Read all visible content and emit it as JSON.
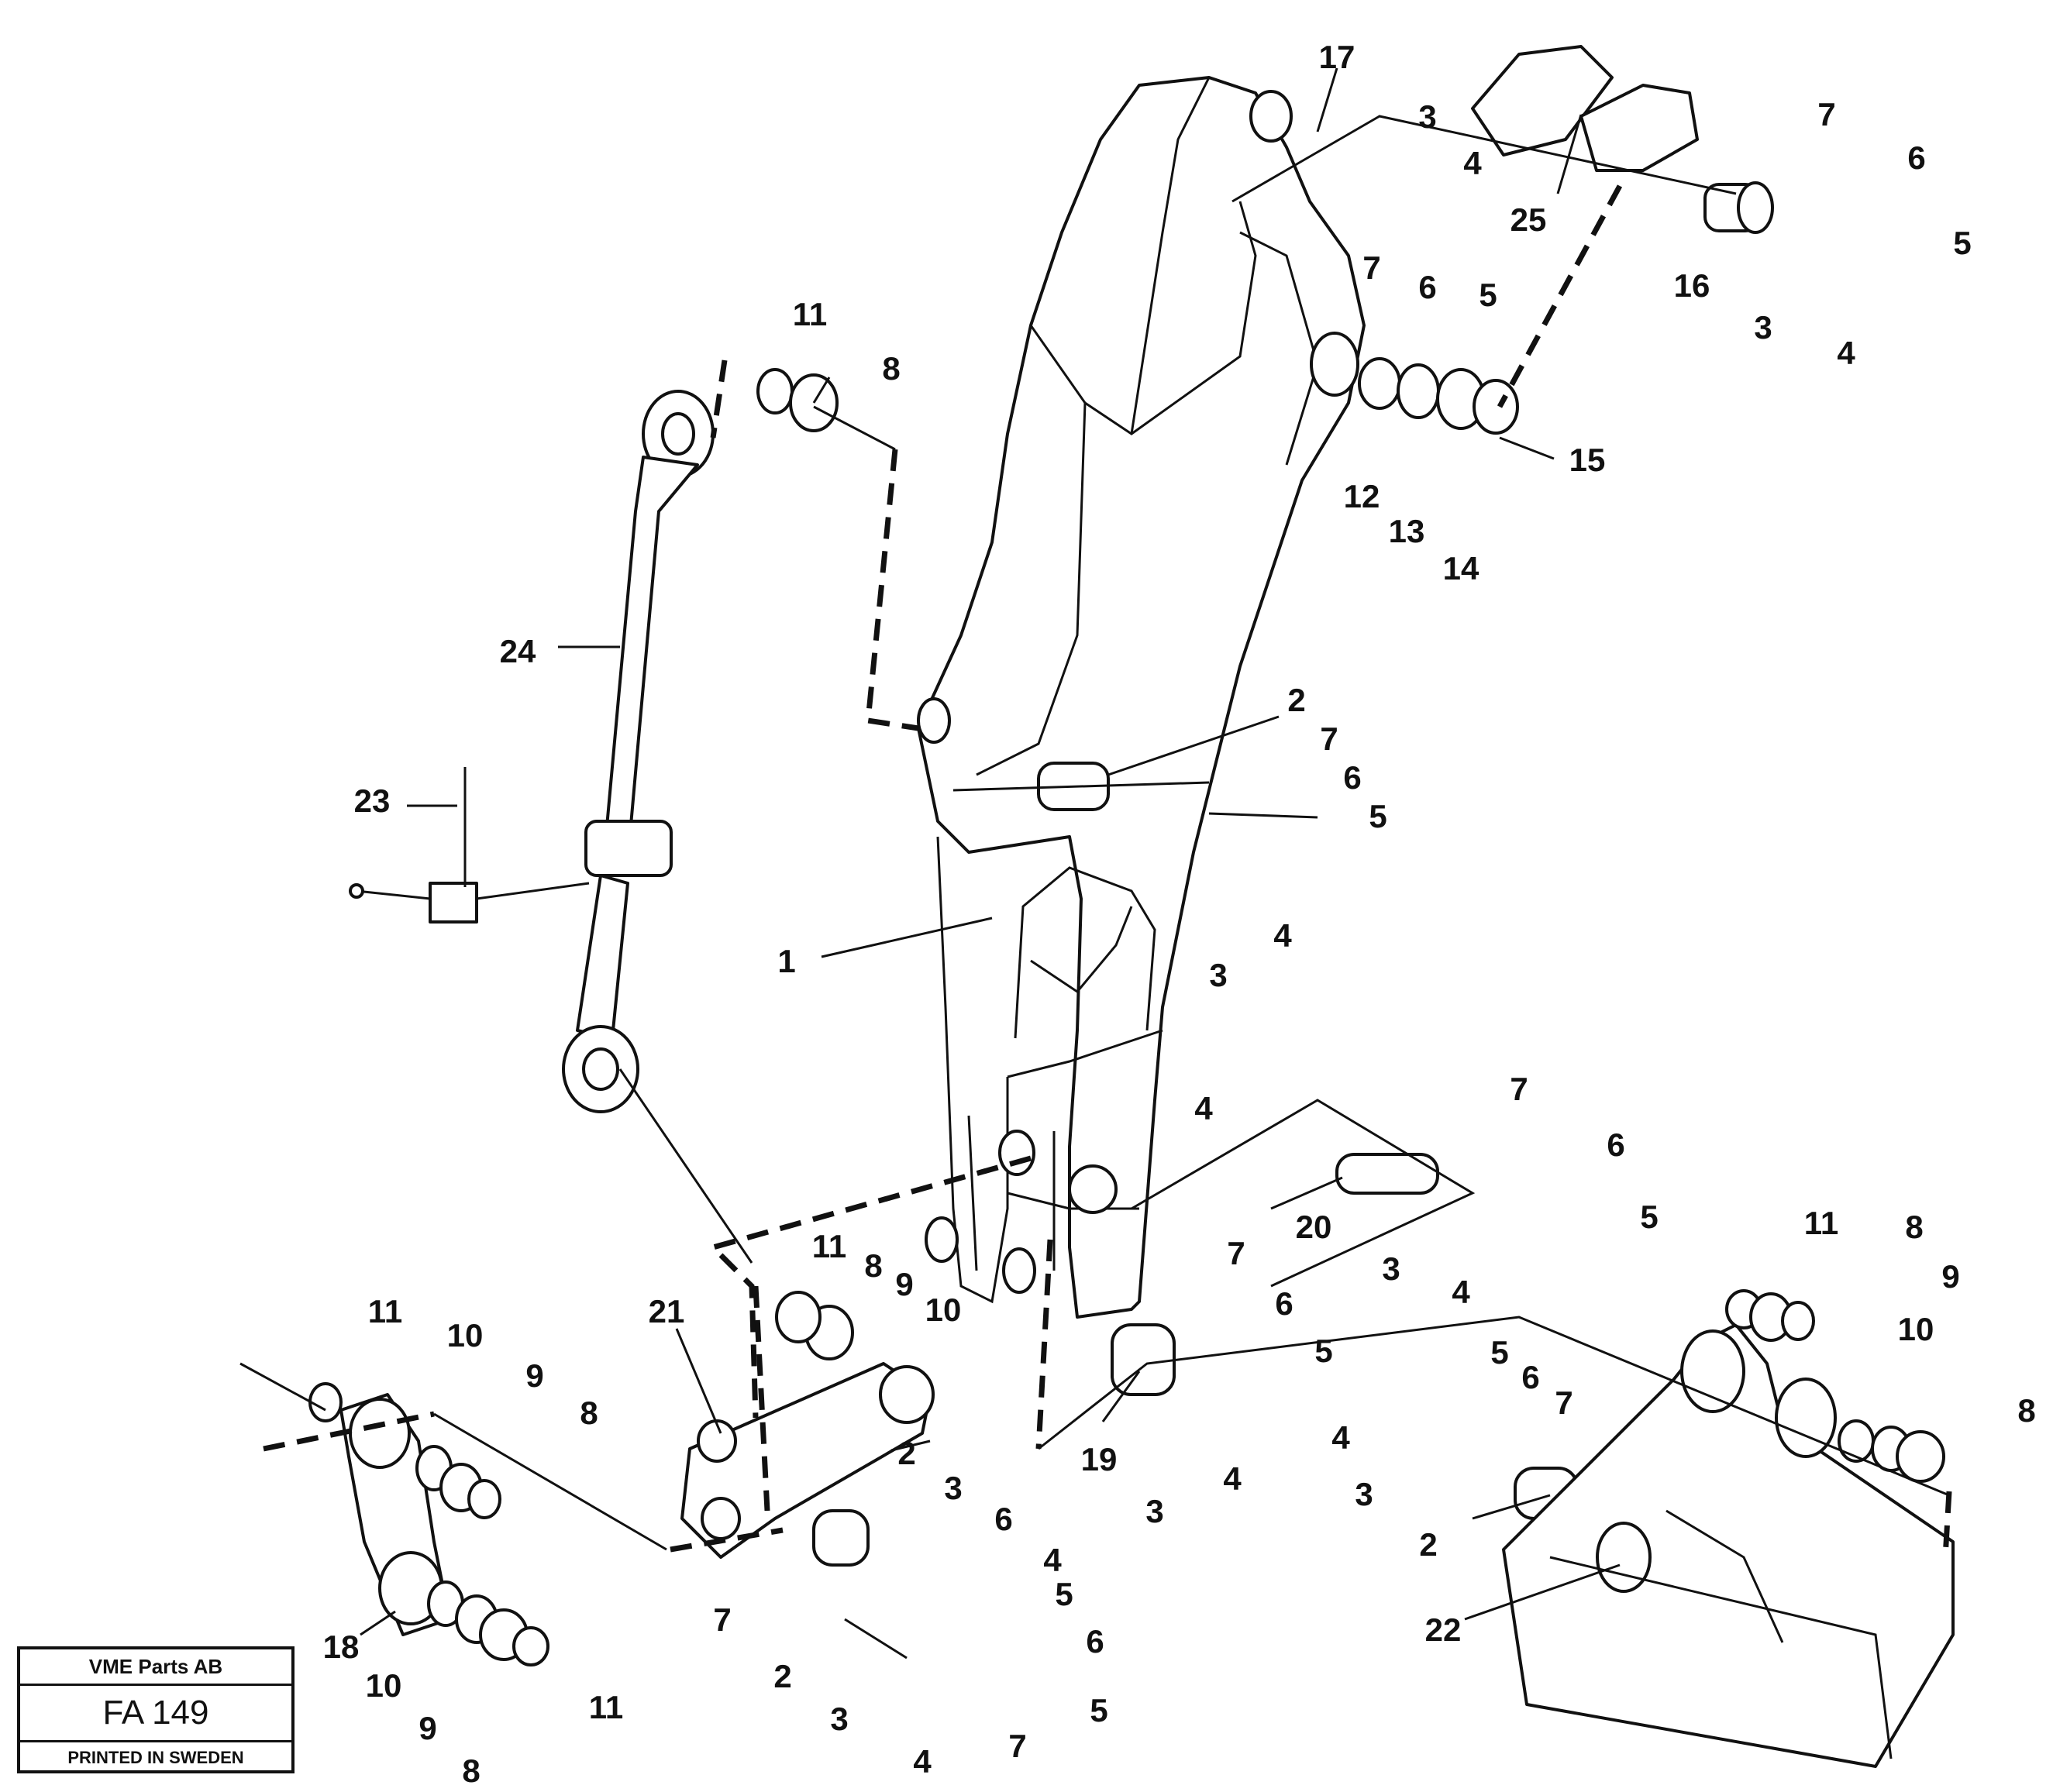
{
  "title_block": {
    "company": "VME Parts AB",
    "figure_id": "FA 149",
    "printed": "PRINTED IN SWEDEN"
  },
  "callouts": [
    {
      "id": "c-17",
      "text": "17"
    },
    {
      "id": "c-3a",
      "text": "3"
    },
    {
      "id": "c-4a",
      "text": "4"
    },
    {
      "id": "c-7a",
      "text": "7"
    },
    {
      "id": "c-6a",
      "text": "6"
    },
    {
      "id": "c-5a",
      "text": "5"
    },
    {
      "id": "c-25",
      "text": "25"
    },
    {
      "id": "c-7b",
      "text": "7"
    },
    {
      "id": "c-6b",
      "text": "6"
    },
    {
      "id": "c-5b",
      "text": "5"
    },
    {
      "id": "c-16",
      "text": "16"
    },
    {
      "id": "c-3b",
      "text": "3"
    },
    {
      "id": "c-4b",
      "text": "4"
    },
    {
      "id": "c-11a",
      "text": "11"
    },
    {
      "id": "c-8a",
      "text": "8"
    },
    {
      "id": "c-15",
      "text": "15"
    },
    {
      "id": "c-12",
      "text": "12"
    },
    {
      "id": "c-13",
      "text": "13"
    },
    {
      "id": "c-14",
      "text": "14"
    },
    {
      "id": "c-24",
      "text": "24"
    },
    {
      "id": "c-2a",
      "text": "2"
    },
    {
      "id": "c-7c",
      "text": "7"
    },
    {
      "id": "c-6c",
      "text": "6"
    },
    {
      "id": "c-5c",
      "text": "5"
    },
    {
      "id": "c-4c",
      "text": "4"
    },
    {
      "id": "c-3c",
      "text": "3"
    },
    {
      "id": "c-23",
      "text": "23"
    },
    {
      "id": "c-1",
      "text": "1"
    },
    {
      "id": "c-4d",
      "text": "4"
    },
    {
      "id": "c-7d",
      "text": "7"
    },
    {
      "id": "c-6d",
      "text": "6"
    },
    {
      "id": "c-5d",
      "text": "5"
    },
    {
      "id": "c-20",
      "text": "20"
    },
    {
      "id": "c-3d",
      "text": "3"
    },
    {
      "id": "c-4e",
      "text": "4"
    },
    {
      "id": "c-11b",
      "text": "11"
    },
    {
      "id": "c-8b",
      "text": "8"
    },
    {
      "id": "c-9a",
      "text": "9"
    },
    {
      "id": "c-10a",
      "text": "10"
    },
    {
      "id": "c-21",
      "text": "21"
    },
    {
      "id": "c-7e",
      "text": "7"
    },
    {
      "id": "c-6e",
      "text": "6"
    },
    {
      "id": "c-5e",
      "text": "5"
    },
    {
      "id": "c-19",
      "text": "19"
    },
    {
      "id": "c-3e",
      "text": "3"
    },
    {
      "id": "c-4f",
      "text": "4"
    },
    {
      "id": "c-11c",
      "text": "11"
    },
    {
      "id": "c-8c",
      "text": "8"
    },
    {
      "id": "c-9b",
      "text": "9"
    },
    {
      "id": "c-10b",
      "text": "10"
    },
    {
      "id": "c-8d",
      "text": "8"
    },
    {
      "id": "c-5f",
      "text": "5"
    },
    {
      "id": "c-6f",
      "text": "6"
    },
    {
      "id": "c-7f",
      "text": "7"
    },
    {
      "id": "c-4g",
      "text": "4"
    },
    {
      "id": "c-3f",
      "text": "3"
    },
    {
      "id": "c-2b",
      "text": "2"
    },
    {
      "id": "c-22",
      "text": "22"
    },
    {
      "id": "c-11d",
      "text": "11"
    },
    {
      "id": "c-10c",
      "text": "10"
    },
    {
      "id": "c-9c",
      "text": "9"
    },
    {
      "id": "c-8e",
      "text": "8"
    },
    {
      "id": "c-18",
      "text": "18"
    },
    {
      "id": "c-10d",
      "text": "10"
    },
    {
      "id": "c-9d",
      "text": "9"
    },
    {
      "id": "c-8f",
      "text": "8"
    },
    {
      "id": "c-11e",
      "text": "11"
    },
    {
      "id": "c-2c",
      "text": "2"
    },
    {
      "id": "c-3g",
      "text": "3"
    },
    {
      "id": "c-6g",
      "text": "6"
    },
    {
      "id": "c-4h",
      "text": "4"
    },
    {
      "id": "c-5g",
      "text": "5"
    },
    {
      "id": "c-7g",
      "text": "7"
    },
    {
      "id": "c-2d",
      "text": "2"
    },
    {
      "id": "c-6h",
      "text": "6"
    },
    {
      "id": "c-3h",
      "text": "3"
    },
    {
      "id": "c-4i",
      "text": "4"
    },
    {
      "id": "c-5h",
      "text": "5"
    },
    {
      "id": "c-7h",
      "text": "7"
    }
  ]
}
